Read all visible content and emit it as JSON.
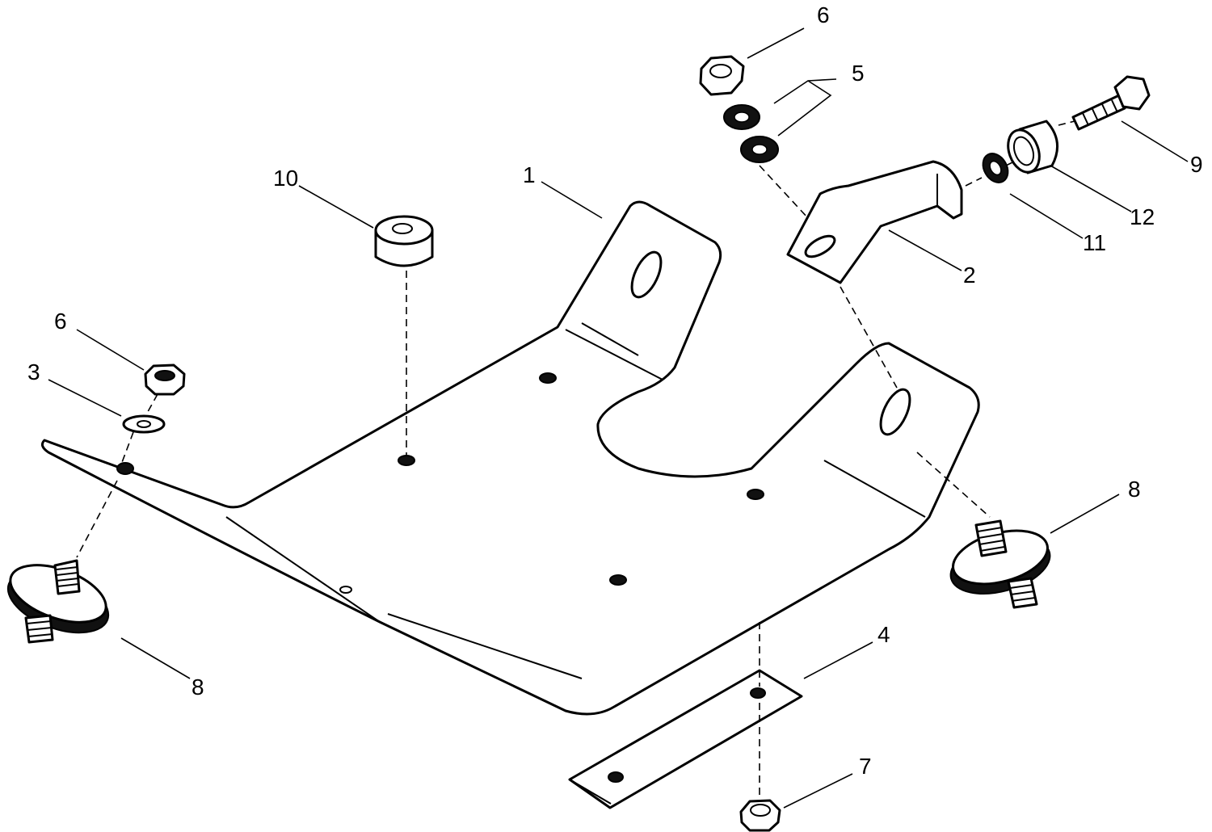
{
  "callouts": {
    "c1": "1",
    "c2": "2",
    "c3": "3",
    "c4": "4",
    "c5": "5",
    "c6_top": "6",
    "c6_left": "6",
    "c7": "7",
    "c8_left": "8",
    "c8_right": "8",
    "c9": "9",
    "c10": "10",
    "c11": "11",
    "c12": "12"
  }
}
